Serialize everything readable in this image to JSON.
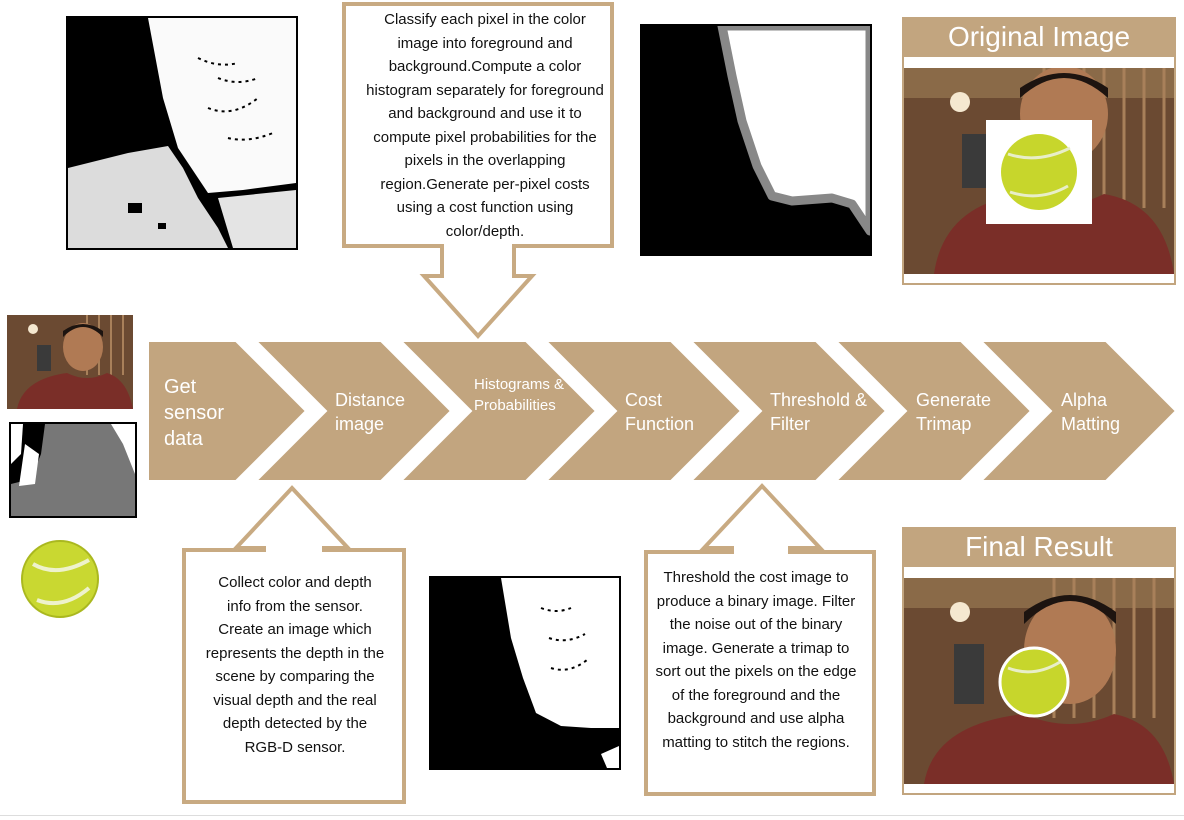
{
  "colors": {
    "accent": "#c2a57f",
    "accent_stroke": "#c8aa82"
  },
  "steps": [
    {
      "label": "Get sensor data"
    },
    {
      "label": "Distance image"
    },
    {
      "label": "Histograms & Probabilities"
    },
    {
      "label": "Cost Function"
    },
    {
      "label": "Threshold & Filter"
    },
    {
      "label": "Generate Trimap"
    },
    {
      "label": "Alpha Matting"
    }
  ],
  "callouts": {
    "top": "Classify each pixel in the color image into foreground and background.Compute a color histogram separately for foreground and background and use it to compute pixel probabilities for the pixels in the overlapping region.Generate per-pixel costs using a cost function using color/depth.",
    "bottom_left": "Collect color and depth info from the sensor. Create an image which represents the depth in the scene by comparing the visual depth and the real depth detected by the RGB-D sensor.",
    "bottom_right": "Threshold the cost image to produce a binary image. Filter the noise out of the binary image. Generate a trimap to sort out the pixels on the edge of the foreground and the background and use alpha matting to stitch the regions."
  },
  "panels": {
    "original_title": "Original Image",
    "final_title": "Final Result"
  },
  "icons": {
    "depth_map": "depth-map-image",
    "trimap": "trimap-image",
    "binary": "binary-mask-image",
    "ball": "tennis-ball-icon",
    "person": "person-photo"
  }
}
